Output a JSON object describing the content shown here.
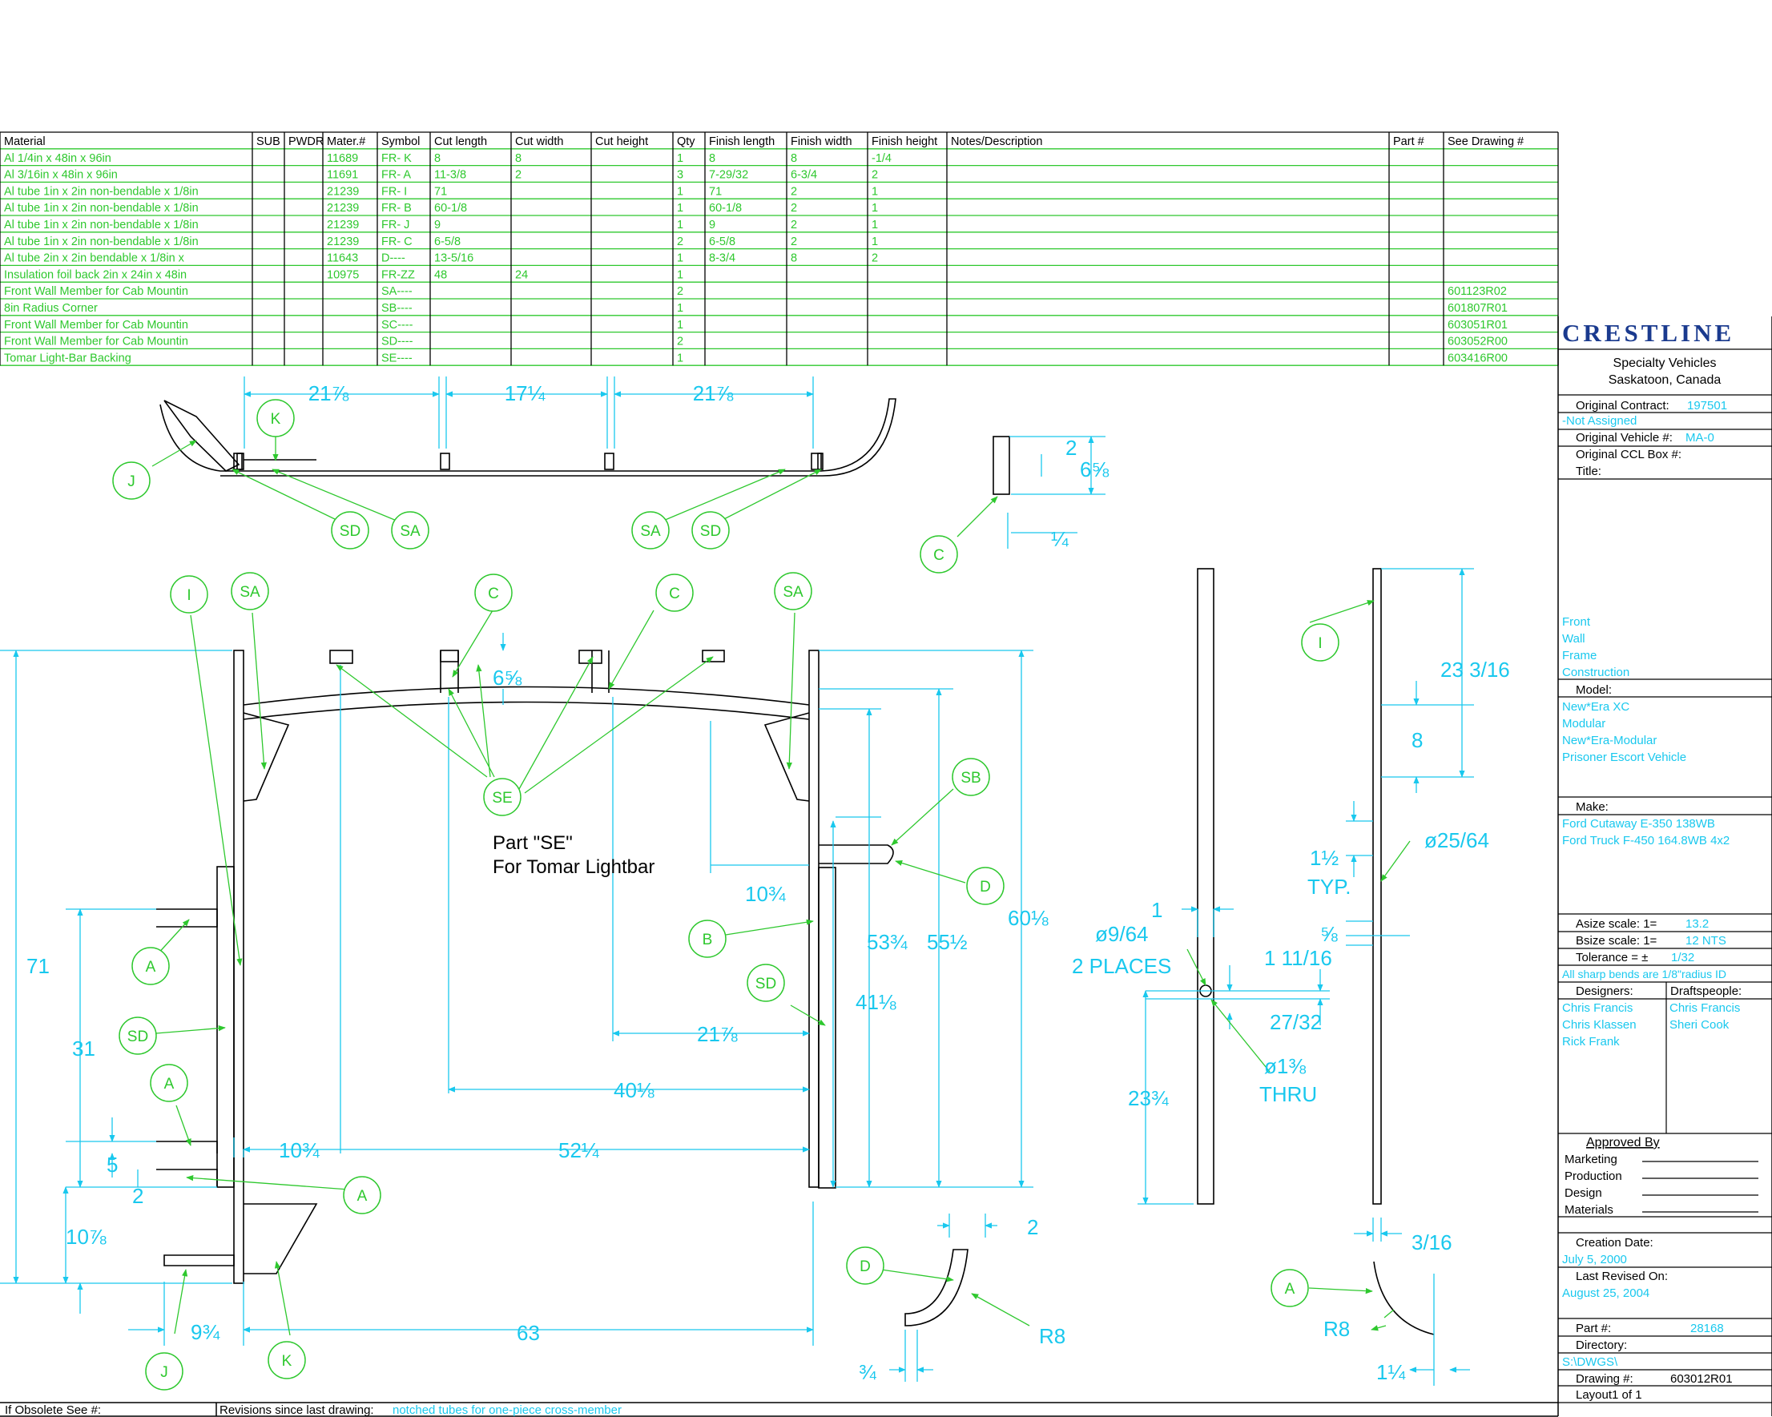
{
  "colors": {
    "green": "#2ec82e",
    "cyan": "#19c8ee",
    "ink": "#000000",
    "logo": "#1a3a8e"
  },
  "bom": {
    "headers": [
      "Material",
      "SUB",
      "PWDR",
      "Mater.#",
      "Symbol",
      "Cut length",
      "Cut width",
      "Cut height",
      "Qty",
      "Finish length",
      "Finish width",
      "Finish height",
      "Notes/Description",
      "Part #",
      "See Drawing #"
    ],
    "rows": [
      [
        "Al 1/4in x 48in x 96in",
        "",
        "",
        "11689",
        "FR- K",
        "8",
        "8",
        "",
        "1",
        "8",
        "8",
        "-1/4",
        "",
        "",
        ""
      ],
      [
        "Al 3/16in x 48in x 96in",
        "",
        "",
        "11691",
        "FR- A",
        "11-3/8",
        "2",
        "",
        "3",
        "7-29/32",
        "6-3/4",
        "2",
        "",
        "",
        ""
      ],
      [
        "Al tube 1in x 2in non-bendable x 1/8in",
        "",
        "",
        "21239",
        "FR- I",
        "71",
        "",
        "",
        "1",
        "71",
        "2",
        "1",
        "",
        "",
        ""
      ],
      [
        "Al tube 1in x 2in non-bendable x 1/8in",
        "",
        "",
        "21239",
        "FR- B",
        "60-1/8",
        "",
        "",
        "1",
        "60-1/8",
        "2",
        "1",
        "",
        "",
        ""
      ],
      [
        "Al tube 1in x 2in non-bendable x 1/8in",
        "",
        "",
        "21239",
        "FR- J",
        "9",
        "",
        "",
        "1",
        "9",
        "2",
        "1",
        "",
        "",
        ""
      ],
      [
        "Al tube 1in x 2in non-bendable x 1/8in",
        "",
        "",
        "21239",
        "FR- C",
        "6-5/8",
        "",
        "",
        "2",
        "6-5/8",
        "2",
        "1",
        "",
        "",
        ""
      ],
      [
        "Al tube 2in x 2in bendable x 1/8in x",
        "",
        "",
        "11643",
        "D----",
        "13-5/16",
        "",
        "",
        "1",
        "8-3/4",
        "8",
        "2",
        "",
        "",
        ""
      ],
      [
        "Insulation foil back 2in x 24in x 48in",
        "",
        "",
        "10975",
        "FR-ZZ",
        "48",
        "24",
        "",
        "1",
        "",
        "",
        "",
        "",
        "",
        ""
      ],
      [
        "Front Wall Member for Cab      Mountin",
        "",
        "",
        "",
        "SA----",
        "",
        "",
        "",
        "2",
        "",
        "",
        "",
        "",
        "",
        "601123R02"
      ],
      [
        "8in Radius Corner",
        "",
        "",
        "",
        "SB----",
        "",
        "",
        "",
        "1",
        "",
        "",
        "",
        "",
        "",
        "601807R01"
      ],
      [
        "Front Wall Member for Cab      Mountin",
        "",
        "",
        "",
        "SC----",
        "",
        "",
        "",
        "1",
        "",
        "",
        "",
        "",
        "",
        "603051R01"
      ],
      [
        "Front Wall Member for Cab      Mountin",
        "",
        "",
        "",
        "SD----",
        "",
        "",
        "",
        "2",
        "",
        "",
        "",
        "",
        "",
        "603052R00"
      ],
      [
        "Tomar Light-Bar Backing",
        "",
        "",
        "",
        "SE----",
        "",
        "",
        "",
        "1",
        "",
        "",
        "",
        "",
        "",
        "603416R00"
      ]
    ]
  },
  "title_block": {
    "logo": "CRESTLINE",
    "company_line1": "Specialty Vehicles",
    "company_line2": "Saskatoon, Canada",
    "original_contract_label": "Original Contract:",
    "original_contract_value": "197501",
    "not_assigned": "-Not Assigned",
    "original_vehicle_label": "Original Vehicle #:",
    "original_vehicle_value": "MA-0",
    "original_ccl_label": "Original CCL Box #:",
    "title_label": "Title:",
    "title_lines": [
      "Front",
      "Wall",
      "Frame",
      "Construction"
    ],
    "model_label": "Model:",
    "model_lines": [
      "New*Era XC",
      "Modular",
      "New*Era-Modular",
      "Prisoner Escort Vehicle"
    ],
    "make_label": "Make:",
    "make_lines": [
      "Ford Cutaway E-350 138WB",
      "Ford Truck F-450 164.8WB 4x2"
    ],
    "asize_label": "Asize scale:  1=",
    "asize_value": "13.2",
    "bsize_label": "Bsize scale:  1=",
    "bsize_value": "12 NTS",
    "tolerance_label": "Tolerance = ±",
    "tolerance_value": "1/32",
    "sharp_bends": "All sharp bends are 1/8\"radius ID",
    "designers_label": "Designers:",
    "designers": [
      "Chris Francis",
      "Chris Klassen",
      "Rick Frank"
    ],
    "draftspeople_label": "Draftspeople:",
    "draftspeople": [
      "Chris Francis",
      "Sheri Cook"
    ],
    "approved_by": "Approved By",
    "approvals": [
      "Marketing",
      "Production",
      "Design",
      "Materials"
    ],
    "creation_date_label": "Creation Date:",
    "creation_date": "July 5, 2000",
    "last_revised_label": "Last Revised On:",
    "last_revised": "August 25, 2004",
    "part_label": "Part #:",
    "part_value": "28168",
    "directory_label": "Directory:",
    "directory_value": "S:\\DWGS\\",
    "drawing_label": "Drawing #:",
    "drawing_value": "603012R01",
    "layout": "Layout1 of 1"
  },
  "footer": {
    "obsolete_label": "If Obsolete See #:",
    "revisions_label": "Revisions since last drawing:",
    "revisions_value": "notched tubes for one-piece cross-member"
  },
  "callouts": {
    "J": "J",
    "K": "K",
    "SD": "SD",
    "SA": "SA",
    "C": "C",
    "I": "I",
    "SE": "SE",
    "SB": "SB",
    "D": "D",
    "B": "B",
    "A": "A"
  },
  "notes": {
    "part_se_line1": "Part \"SE\"",
    "part_se_line2": "For Tomar Lightbar",
    "two_places": "2 PLACES",
    "thru": "THRU",
    "typ": "TYP.",
    "r8": "R8"
  },
  "dims": {
    "top_21_7_8": "21⅞",
    "top_17_1_4": "17¼",
    "c_2": "2",
    "c_6_5_8": "6⅝",
    "c_1_4": "¼",
    "d71": "71",
    "d31": "31",
    "d5": "5",
    "d2": "2",
    "d10_7_8": "10⅞",
    "d9_3_4": "9¾",
    "d63": "63",
    "d10_3_4": "10¾",
    "d52_1_4": "52¼",
    "d40_1_8": "40⅛",
    "d21_7_8": "21⅞",
    "d6_5_8": "6⅝",
    "d53_3_4": "53¾",
    "d55_1_2": "55½",
    "d60_1_8": "60⅛",
    "d41_1_8": "41⅛",
    "d_d_2": "2",
    "d_d_3_4": "¾",
    "i_1": "1",
    "i_dia_9_64": "ø9/64",
    "i_1_11_16": "1 11/16",
    "i_27_32": "27/32",
    "i_dia_1_3_8": "ø1⅜",
    "i_23_3_4": "23¾",
    "i_23_3_16": "23 3/16",
    "i_8": "8",
    "i_1_1_2": "1½",
    "i_dia_25_64": "ø25/64",
    "i_5_8": "⅝",
    "i_3_16": "3/16",
    "i_1_1_4": "1¼"
  }
}
